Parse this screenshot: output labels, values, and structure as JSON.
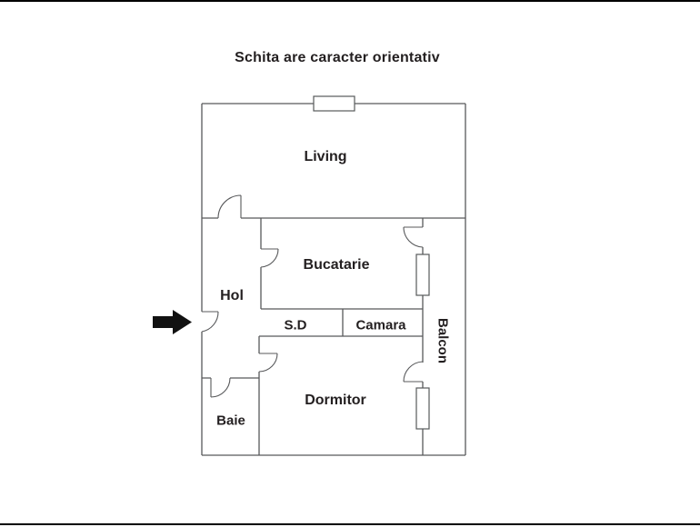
{
  "title": "Schita are caracter orientativ",
  "rooms": {
    "living": "Living",
    "bucatarie": "Bucatarie",
    "hol": "Hol",
    "sd": "S.D",
    "camara": "Camara",
    "balcon": "Balcon",
    "dormitor": "Dormitor",
    "baie": "Baie"
  },
  "icons": {
    "entrance_arrow": "right-arrow"
  },
  "colors": {
    "wall": "#58595b",
    "text": "#231f20",
    "arrow": "#111111",
    "background": "#ffffff",
    "frame": "#000000"
  }
}
